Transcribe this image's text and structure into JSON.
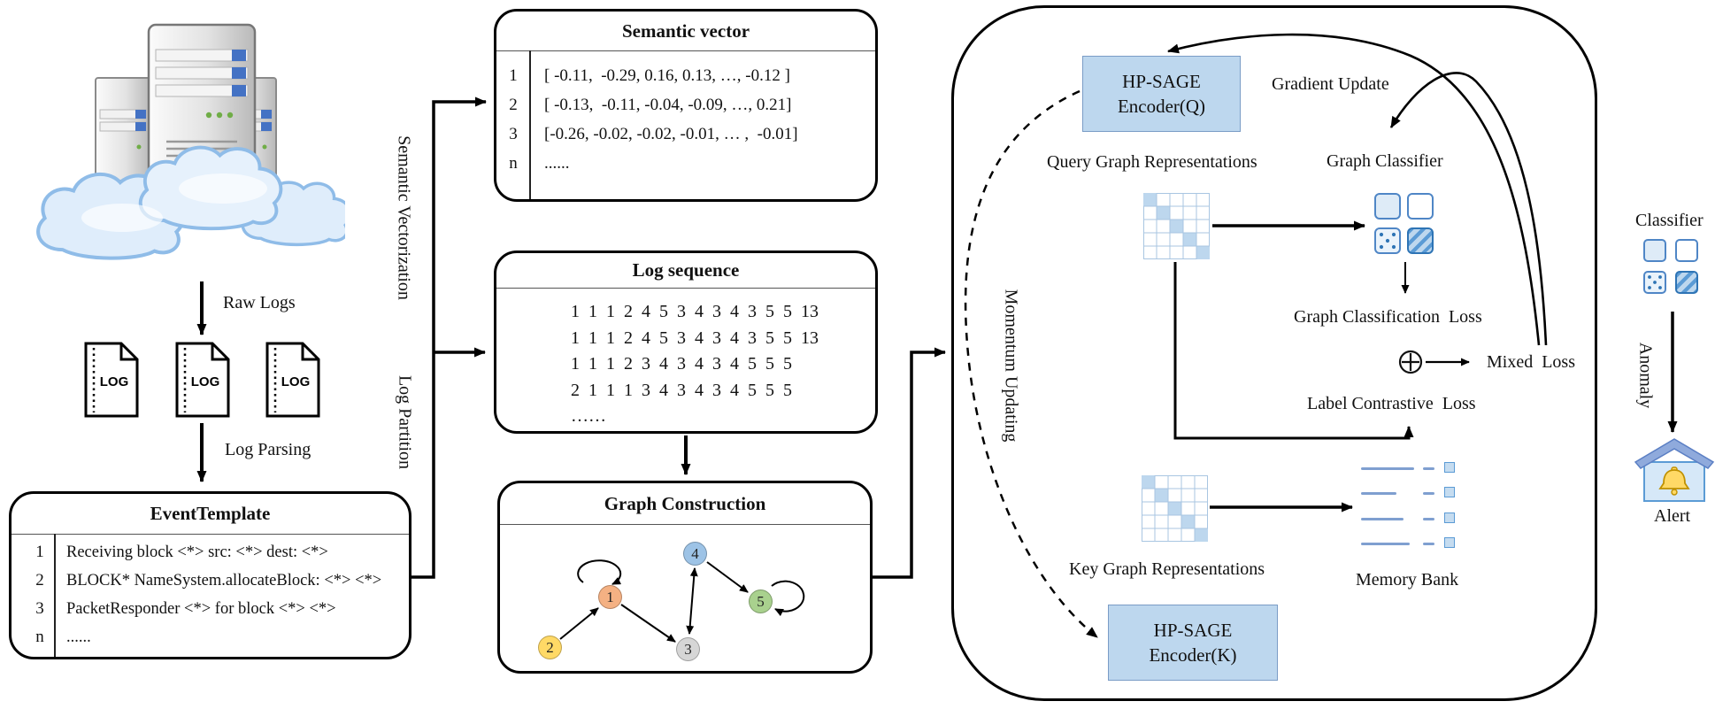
{
  "left": {
    "raw_logs_label": "Raw Logs",
    "log_file_label": "LOG",
    "log_parsing_label": "Log Parsing",
    "semantic_vectorization_label": "Semantic Vectorization",
    "log_partition_label": "Log Partition",
    "event_template": {
      "title": "EventTemplate",
      "rows": [
        {
          "id": "1",
          "text": "Receiving block <*> src: <*> dest: <*>"
        },
        {
          "id": "2",
          "text": "BLOCK* NameSystem.allocateBlock: <*> <*>"
        },
        {
          "id": "3",
          "text": "PacketResponder <*> for block <*> <*>"
        },
        {
          "id": "n",
          "text": "......"
        }
      ]
    }
  },
  "middle": {
    "semantic_vector": {
      "title": "Semantic vector",
      "rows": [
        {
          "id": "1",
          "value": "[ -0.11,  -0.29, 0.16, 0.13, …, -0.12 ]"
        },
        {
          "id": "2",
          "value": "[ -0.13,  -0.11, -0.04, -0.09, …, 0.21]"
        },
        {
          "id": "3",
          "value": "[-0.26, -0.02, -0.02, -0.01, … ,  -0.01]"
        },
        {
          "id": "n",
          "value": "......"
        }
      ]
    },
    "log_sequence": {
      "title": "Log sequence",
      "rows": [
        "1 1 1 2 4 5 3 4 3 4 3 5 5 13",
        "1 1 1 2 4 5 3 4 3 4 3 5 5 13",
        "1 1 1 2 3 4 3 4 3 4 5 5 5",
        "2 1 1 1 3 4 3 4 3 4 5 5 5",
        "……"
      ]
    },
    "graph_construction": {
      "title": "Graph Construction",
      "nodes": [
        {
          "id": "1",
          "color_key": "node_1"
        },
        {
          "id": "2",
          "color_key": "node_2"
        },
        {
          "id": "3",
          "color_key": "node_3"
        },
        {
          "id": "4",
          "color_key": "node_4"
        },
        {
          "id": "5",
          "color_key": "node_5"
        }
      ],
      "edges": [
        "1→1",
        "2→1",
        "1→3",
        "3↔4",
        "4→5",
        "5→5"
      ]
    }
  },
  "right": {
    "encoder_q": {
      "line1": "HP-SAGE",
      "line2": "Encoder(Q)"
    },
    "encoder_k": {
      "line1": "HP-SAGE",
      "line2": "Encoder(K)"
    },
    "gradient_update_label": "Gradient Update",
    "query_repr_label": "Query Graph Representations",
    "graph_classifier_label": "Graph Classifier",
    "graph_classification_loss_label": "Graph Classification  Loss",
    "mixed_loss_label": "Mixed  Loss",
    "label_contrastive_loss_label": "Label Contrastive  Loss",
    "key_repr_label": "Key Graph Representations",
    "memory_bank_label": "Memory Bank",
    "momentum_updating_label": "Momentum Updating"
  },
  "output": {
    "classifier_label": "Classifier",
    "anomaly_label": "Anomaly",
    "alert_label": "Alert"
  },
  "colors": {
    "encoder_fill": "#BDD7EE",
    "encoder_border": "#7A9CC6",
    "matrix_cell": "#BDD7EE",
    "matrix_grid": "#A9C6E2",
    "square_fill": "#DEEBF7",
    "square_border": "#4F86C6",
    "memory_line": "#7F9FD0",
    "node_1": "#F4B183",
    "node_2": "#FFD966",
    "node_3": "#D6D6D6",
    "node_4": "#9DC3E6",
    "node_5": "#A9D18E",
    "roof": "#8FAADC",
    "house": "#D6E8F8",
    "bell": "#FFD966"
  }
}
